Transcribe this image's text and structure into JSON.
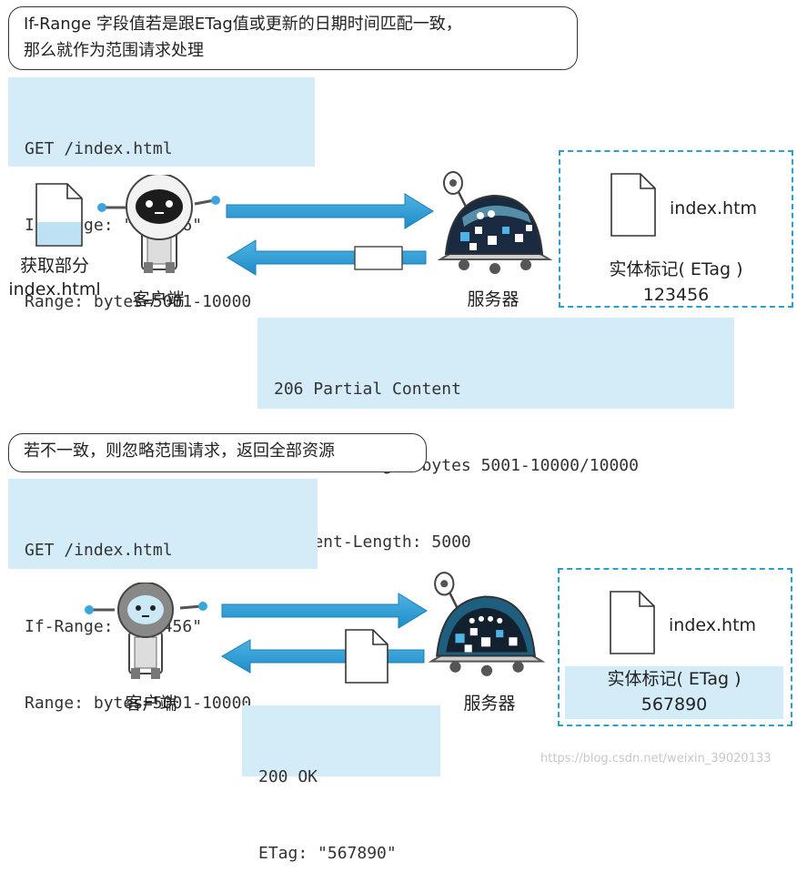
{
  "scene1": {
    "bubble": [
      "If-Range 字段值若是跟ETag值或更新的日期时间匹配一致，",
      "那么就作为范围请求处理"
    ],
    "request": [
      "GET /index.html",
      "If-Range: \"123456\"",
      "Range: bytes=5001-10000"
    ],
    "client_file_caption": [
      "获取部分",
      "index.html"
    ],
    "client_label": "客户端",
    "server_label": "服务器",
    "resource_name": "index.htm",
    "etag_label": "实体标记( ETag )",
    "etag_value": "123456",
    "response": [
      "206 Partial Content",
      "Content-Range: bytes 5001-10000/10000",
      "Content-Length: 5000"
    ]
  },
  "scene2": {
    "bubble": "若不一致，则忽略范围请求，返回全部资源",
    "request": [
      "GET /index.html",
      "If-Range: \"123456\"",
      "Range: bytes=5001-10000"
    ],
    "client_label": "客户端",
    "server_label": "服务器",
    "resource_name": "index.htm",
    "etag_label": "实体标记( ETag )",
    "etag_value": "567890",
    "response": [
      "200 OK",
      "ETag: \"567890\""
    ]
  },
  "watermark": "https://blog.csdn.net/weixin_39020133"
}
